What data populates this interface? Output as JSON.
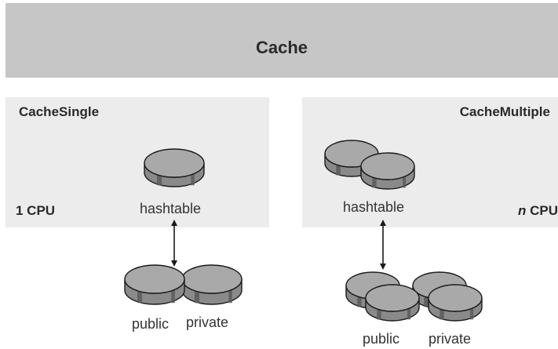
{
  "header": {
    "title": "Cache"
  },
  "single": {
    "title": "CacheSingle",
    "cpu_label": "1 CPU",
    "hashtable_label": "hashtable",
    "public_label": "public",
    "private_label": "private"
  },
  "multiple": {
    "title": "CacheMultiple",
    "cpu_italic": "n",
    "cpu_text": " CPU",
    "hashtable_label": "hashtable",
    "public_label": "public",
    "private_label": "private"
  },
  "colors": {
    "banner": "#c6c6c6",
    "panel": "#ececec",
    "disk_top": "#a9a9a9",
    "disk_side": "#8a8a8a",
    "disk_stripe": "#5a5a5a",
    "outline": "#1a1a1a"
  }
}
